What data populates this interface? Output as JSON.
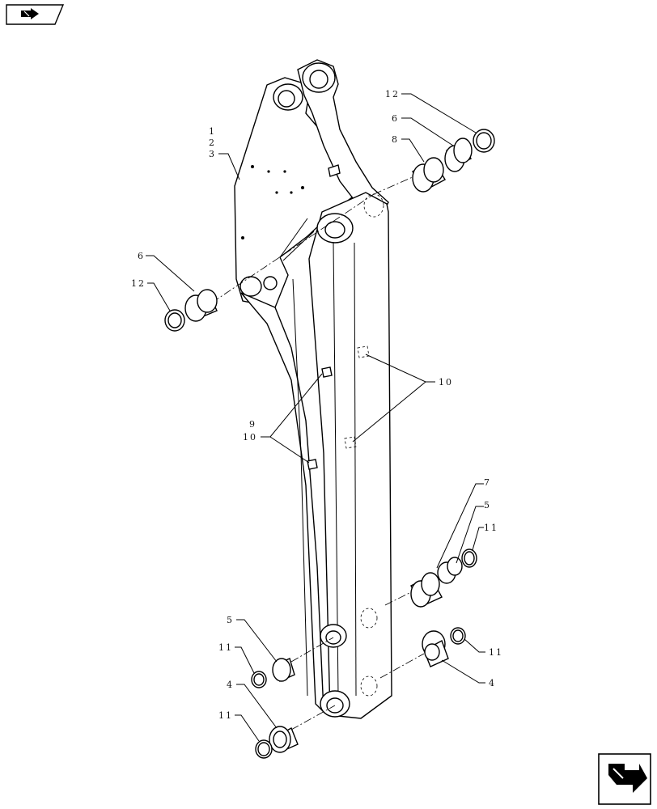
{
  "callouts": {
    "c1": "1",
    "c2": "2",
    "c3": "3",
    "c4a": "4",
    "c4b": "4",
    "c5a": "5",
    "c5b": "5",
    "c6a": "6",
    "c6b": "6",
    "c7": "7",
    "c8": "8",
    "c9": "9",
    "c10a": "10",
    "c10b": "10",
    "c11a": "11",
    "c11b": "11",
    "c11c": "11",
    "c11d": "11",
    "c12a": "12",
    "c12b": "12"
  },
  "icons": {
    "top_nav": "back-arrow-icon",
    "bottom_nav": "next-arrow-icon"
  }
}
